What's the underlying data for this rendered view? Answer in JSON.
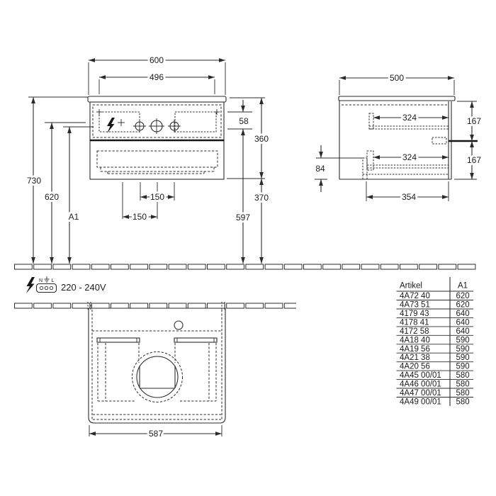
{
  "diagram": {
    "front_view": {
      "dims": {
        "total_width": "600",
        "tap_hole_spacing": "496",
        "panel_drop": "58",
        "cabinet_height": "360",
        "overall_height": "730",
        "supply_height": "620",
        "variable_height": "A1",
        "clearance_below": "370",
        "drain_height": "597",
        "fixing_spacing_upper": "150",
        "fixing_spacing_lower": "150"
      }
    },
    "side_view": {
      "dims": {
        "total_depth": "500",
        "rail_length_upper": "324",
        "rail_length_lower": "324",
        "front_upper": "167",
        "front_lower": "167",
        "bottom_clearance": "84",
        "fixing_depth": "354"
      }
    },
    "plan_view": {
      "dims": {
        "basin_width": "587"
      }
    },
    "electrical_note": {
      "voltage": "220 - 240V",
      "terminal_n": "N",
      "terminal_l": "L"
    },
    "table": {
      "headers": {
        "artikel": "Artikel",
        "a1": "A1"
      },
      "rows": [
        {
          "artikel": "4A72 40",
          "a1": "620"
        },
        {
          "artikel": "4A73 51",
          "a1": "620"
        },
        {
          "artikel": "4179 43",
          "a1": "640"
        },
        {
          "artikel": "4178 41",
          "a1": "640"
        },
        {
          "artikel": "4172 58",
          "a1": "640"
        },
        {
          "artikel": "4A18 40",
          "a1": "590"
        },
        {
          "artikel": "4A19 56",
          "a1": "590"
        },
        {
          "artikel": "4A21 38",
          "a1": "590"
        },
        {
          "artikel": "4A20 56",
          "a1": "590"
        },
        {
          "artikel": "4A45 00/01",
          "a1": "580"
        },
        {
          "artikel": "4A46 00/01",
          "a1": "580"
        },
        {
          "artikel": "4A47 00/01",
          "a1": "580"
        },
        {
          "artikel": "4A49 00/01",
          "a1": "580"
        }
      ]
    }
  }
}
